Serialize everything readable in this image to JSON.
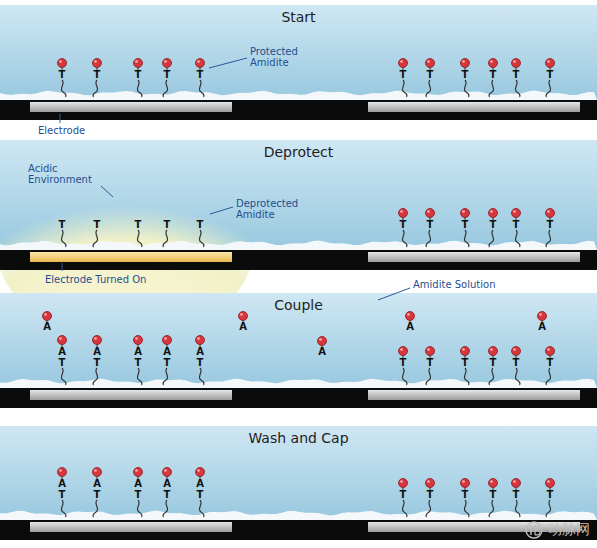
{
  "diagram": {
    "nodes": [
      {
        "text": [
          "Start"
        ]
      },
      {
        "text": [
          "Deprotect"
        ]
      },
      {
        "text": [
          "Couple"
        ]
      },
      {
        "text": [
          "Wash and Cap"
        ]
      }
    ],
    "labels": [
      "Protected Amidite",
      "Electrode",
      "Acidic Environment",
      "Deprotected Amidite",
      "Electrode Turned On",
      "Amidite Solution",
      "动脉网",
      "T",
      "T",
      "T",
      "T",
      "T",
      "T",
      "T",
      "T",
      "T",
      "T",
      "T",
      "T",
      "T",
      "T",
      "T",
      "T",
      "T",
      "T",
      "T",
      "T",
      "T",
      "T",
      "A",
      "T",
      "A",
      "T",
      "A",
      "T",
      "A",
      "T",
      "A",
      "T",
      "A",
      "A",
      "A",
      "A",
      "A",
      "T",
      "T",
      "T",
      "T",
      "T",
      "T",
      "A",
      "T",
      "A",
      "T",
      "A",
      "T",
      "A",
      "T",
      "A",
      "T",
      "T",
      "T",
      "T",
      "T",
      "T",
      "T"
    ]
  }
}
